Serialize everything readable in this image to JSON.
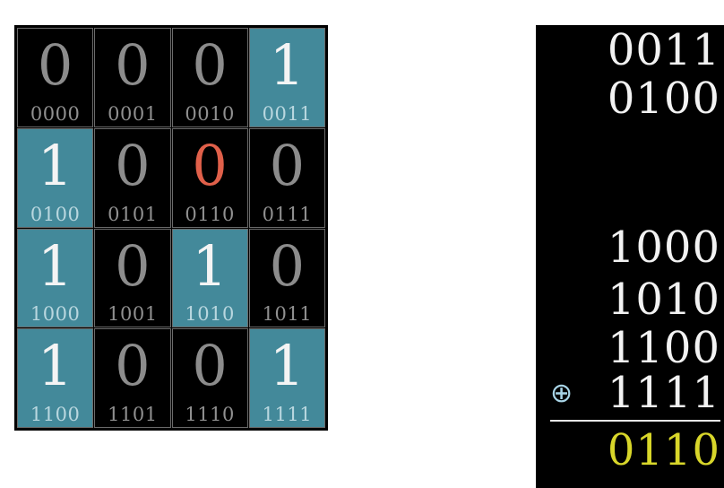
{
  "grid": {
    "cells": [
      {
        "bit": "0",
        "addr": "0000",
        "state": "off"
      },
      {
        "bit": "0",
        "addr": "0001",
        "state": "off"
      },
      {
        "bit": "0",
        "addr": "0010",
        "state": "off"
      },
      {
        "bit": "1",
        "addr": "0011",
        "state": "on"
      },
      {
        "bit": "1",
        "addr": "0100",
        "state": "on"
      },
      {
        "bit": "0",
        "addr": "0101",
        "state": "off"
      },
      {
        "bit": "0",
        "addr": "0110",
        "state": "error"
      },
      {
        "bit": "0",
        "addr": "0111",
        "state": "off"
      },
      {
        "bit": "1",
        "addr": "1000",
        "state": "on"
      },
      {
        "bit": "0",
        "addr": "1001",
        "state": "off"
      },
      {
        "bit": "1",
        "addr": "1010",
        "state": "on"
      },
      {
        "bit": "0",
        "addr": "1011",
        "state": "off"
      },
      {
        "bit": "1",
        "addr": "1100",
        "state": "on"
      },
      {
        "bit": "0",
        "addr": "1101",
        "state": "off"
      },
      {
        "bit": "0",
        "addr": "1110",
        "state": "off"
      },
      {
        "bit": "1",
        "addr": "1111",
        "state": "on"
      }
    ]
  },
  "xor_panel": {
    "rows": [
      "0011",
      "0100",
      "1000",
      "1010",
      "1100",
      "1111"
    ],
    "operator": "⊕",
    "result": "0110"
  },
  "colors": {
    "on_cell": "#43899a",
    "error_bit": "#e0604a",
    "result_text": "#d8d62a",
    "operator": "#a8d4e6"
  }
}
